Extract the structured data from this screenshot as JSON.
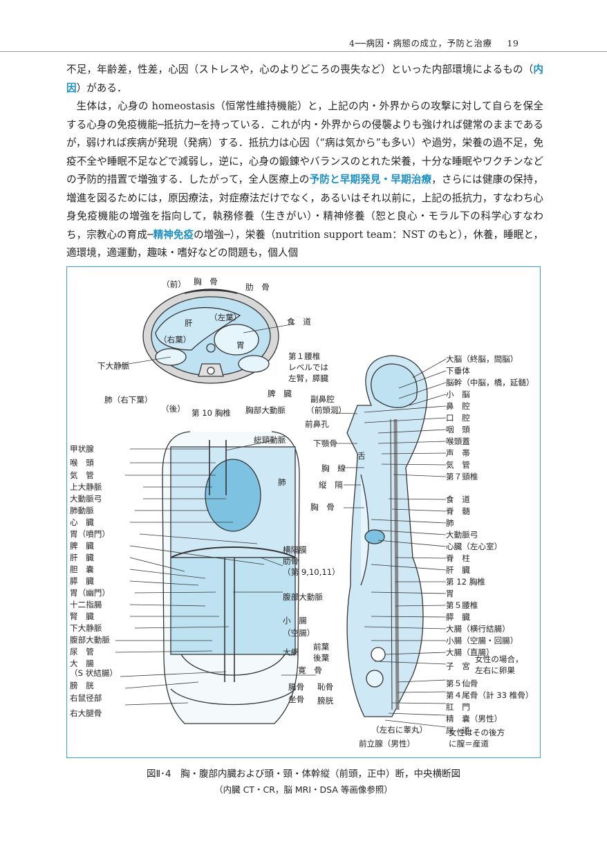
{
  "header": {
    "chapter": "4──病因・病態の成立，予防と治療",
    "page_number": "19"
  },
  "body": {
    "p1_a": "不足，年齢差，性差，心因（ストレスや，心のよりどころの喪失など）といった内部環境によるもの（",
    "p1_kw": "内因",
    "p1_b": "）がある．",
    "p2_a": "生体は，心身の homeostasis（恒常性維持機能）と，上記の内・外界からの攻撃に対して自らを保全する心身の免疫機能─抵抗力─を持っている．これが内・外界からの侵襲よりも強ければ健常のままであるが，弱ければ疾病が発現（発病）する．抵抗力は心因（“病は気から”も多い）や過労，栄養の過不足，免疫不全や睡眠不足などで減弱し，逆に，心身の鍛錬やバランスのとれた栄養，十分な睡眠やワクチンなどの予防的措置で増強する．したがって，全人医療上の",
    "p2_kw1": "予防と早期発見・早期治療",
    "p2_b": "，さらには健康の保持，増進を図るためには，原因療法，対症療法だけでなく，あるいはそれ以前に，上記の抵抗力，すなわち心身免疫機能の増強を指向して，執務修養（生きがい）・精神修養（恕と良心・モラル下の科学心すなわち，宗教心の育成─",
    "p2_kw2": "精神免疫",
    "p2_c": "の増強─），栄養（nutrition support team：NST のもと），休養，睡眠と，適環境，適運動，趣味・嗜好などの問題も，個人個"
  },
  "figure": {
    "accent_color": "#bfe2f3",
    "labels": {
      "cs_front": "（前）",
      "cs_sternum": "胸　骨",
      "cs_ribs": "肋　骨",
      "cs_liver": "肝",
      "cs_left_lobe": "（左葉）",
      "cs_esophagus": "食　道",
      "cs_right_lobe": "（右葉）",
      "cs_stomach": "胃",
      "cs_ivc": "下大静脈",
      "cs_l1_a": "第１腰椎",
      "cs_l1_b": "レベルでは",
      "cs_l1_c": "左腎，膵臓",
      "cs_lung": "肺（右下葉）",
      "cs_spleen": "脾　臓",
      "cs_back": "（後）",
      "cs_t10": "第 10 胸椎",
      "cs_aorta": "胸部大動脈",
      "fr_carotid": "総頸動脈",
      "fr_thyroid": "甲状腺",
      "fr_pharynx": "喉　頭",
      "fr_trachea": "気　管",
      "fr_svc": "上大静脈",
      "fr_arch": "大動脈弓",
      "fr_pulm": "肺動脈",
      "fr_heart": "心　臓",
      "fr_cardia": "胃（噴門）",
      "fr_spleen": "脾　臓",
      "fr_liver": "肝　臓",
      "fr_gb": "胆　嚢",
      "fr_pancreas": "膵　臓",
      "fr_pylorus": "胃（幽門）",
      "fr_duod": "十二指腸",
      "fr_kidney": "腎　臓",
      "fr_ivc": "下大静脈",
      "fr_abd_aorta": "腹部大動脈",
      "fr_ureter": "尿　管",
      "fr_colon": "大　腸",
      "fr_sigmoid": "（S 状結腸）",
      "fr_bladder": "膀　胱",
      "fr_inguinal": "右鼠径部",
      "fr_femur": "右大腿骨",
      "fr_lung": "肺",
      "fr_diaphragm": "横隔膜",
      "fr_ribs": "肋骨",
      "fr_ribs_no": "（第 9,10,11）",
      "fr_abd_aorta2": "腹部大動脈",
      "fr_small_int": "小　腸",
      "fr_jejunum": "（空腸）",
      "fr_omentum": "大網",
      "fr_ant": "前葉",
      "fr_post": "後葉",
      "fr_hip": "寛　骨",
      "fr_ilium": "腸骨",
      "fr_pubis": "恥骨",
      "fr_ischium": "坐骨",
      "fr_bladder2": "膀胱",
      "sg_sinus": "副鼻腔",
      "sg_sinus2": "（前頭洞）",
      "sg_nostril": "前鼻孔",
      "sg_jaw": "下顎骨",
      "sg_tongue": "舌",
      "sg_thymus": "胸　線",
      "sg_mediast": "縦　隔",
      "sg_sternum": "胸　骨",
      "sg_cerebrum": "大脳（終脳，間脳）",
      "sg_pituitary": "下垂体",
      "sg_brainstem": "脳幹（中脳，橋，延髄）",
      "sg_cerebellum": "小　脳",
      "sg_nasal": "鼻　腔",
      "sg_oral": "口　腔",
      "sg_pharynx": "咽　頭",
      "sg_larynx": "喉頭蓋",
      "sg_cords": "声　帯",
      "sg_trachea": "気　管",
      "sg_c7": "第７頸椎",
      "sg_esophagus": "食　道",
      "sg_cord": "脊　髄",
      "sg_lung": "肺",
      "sg_arch": "大動脈弓",
      "sg_heart": "心臓（左心室）",
      "sg_spine": "脊　柱",
      "sg_liver": "肝　臓",
      "sg_t12": "第 12 胸椎",
      "sg_stomach": "胃",
      "sg_l5": "第５腰椎",
      "sg_pancreas": "膵　臓",
      "sg_transverse": "大腸（横行結腸）",
      "sg_small": "小腸（空腸・回腸）",
      "sg_rectum": "大腸（直腸）",
      "sg_uterus": "子　宮",
      "sg_female1": "女性の場合，",
      "sg_female2": "左右に卵巣",
      "sg_s5": "第５仙骨",
      "sg_coccyx": "第４尾骨（計 33 椎骨）",
      "sg_anus": "肛　門",
      "sg_seminal": "精　嚢（男性）",
      "sg_urethra": "尿　道",
      "sg_testes": "（左右に睾丸）",
      "sg_prostate": "前立腺（男性）",
      "sg_vagina1": "女性はその後方",
      "sg_vagina2": "に膣＝産道"
    }
  },
  "caption": {
    "main": "図Ⅱ･4　胸・腹部内臓および頭・頸・体幹縦（前頭，正中）断，中央横断図",
    "sub": "（内臓 CT・CR，脳 MRI・DSA 等画像参照）"
  }
}
